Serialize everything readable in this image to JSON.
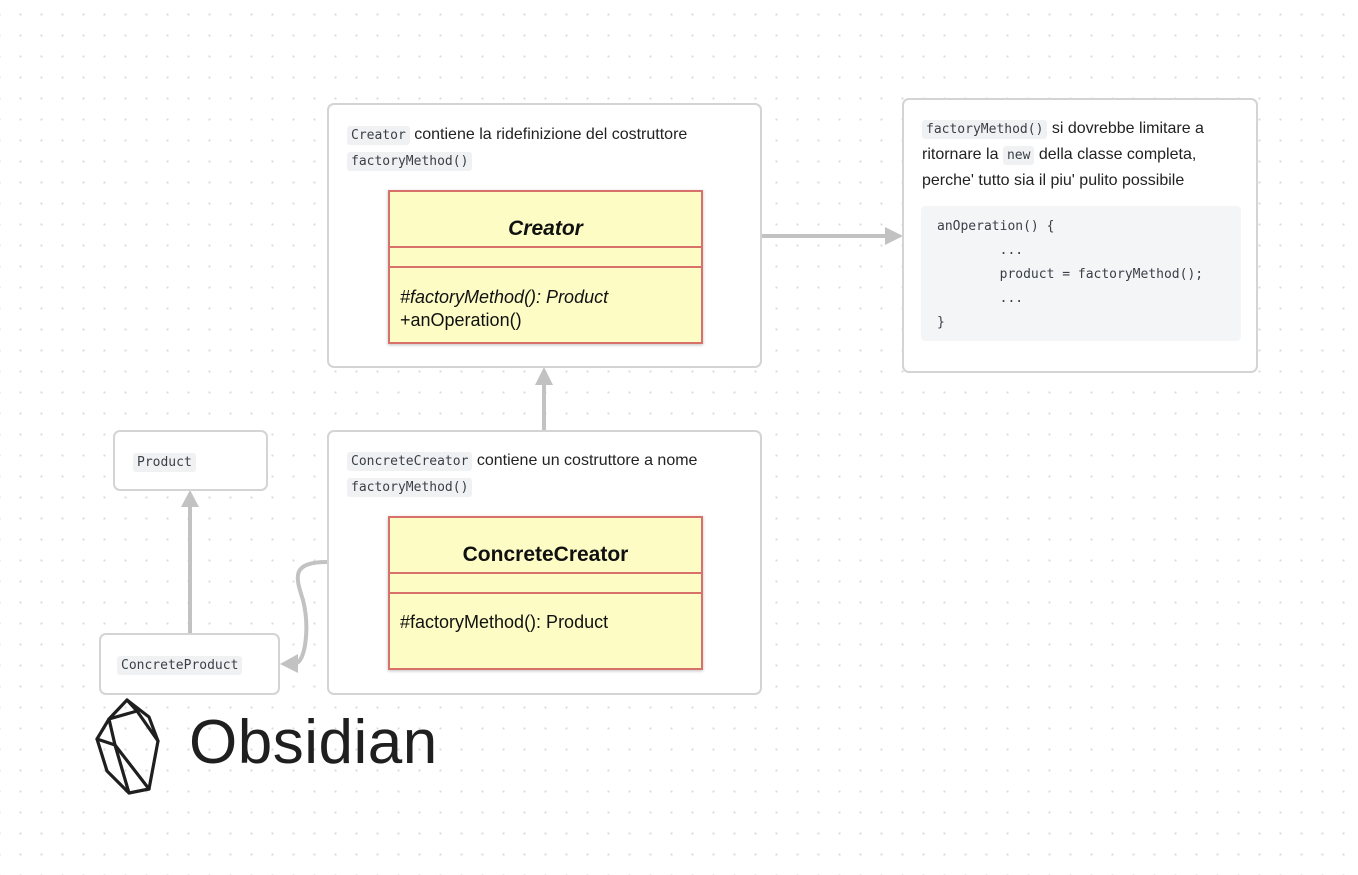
{
  "cards": {
    "creator": {
      "code": "Creator",
      "text": "contiene la ridefinizione del costruttore",
      "code2": "factoryMethod()",
      "uml": {
        "name": "Creator",
        "method1": "#factoryMethod(): Product",
        "method2": "+anOperation()"
      }
    },
    "concrete_creator": {
      "code": "ConcreteCreator",
      "text": "contiene un costruttore a nome",
      "code2": "factoryMethod()",
      "uml": {
        "name": "ConcreteCreator",
        "method1": "#factoryMethod(): Product"
      }
    },
    "note": {
      "code1": "factoryMethod()",
      "text1": "si dovrebbe limitare a ritornare la",
      "code2": "new",
      "text2": "della classe completa, perche' tutto sia il piu' pulito possibile",
      "code_block": "anOperation() {\n        ...\n        product = factoryMethod();\n        ...\n}"
    },
    "product": {
      "code": "Product"
    },
    "concrete_product": {
      "code": "ConcreteProduct"
    }
  },
  "colors": {
    "edge": "#c2c2c2",
    "card_border": "#d4d4d4",
    "uml_fill": "#fcfcc4",
    "uml_border": "#d9716b"
  },
  "watermark": {
    "icon": "obsidian-logo-icon",
    "text": "Obsidian"
  }
}
